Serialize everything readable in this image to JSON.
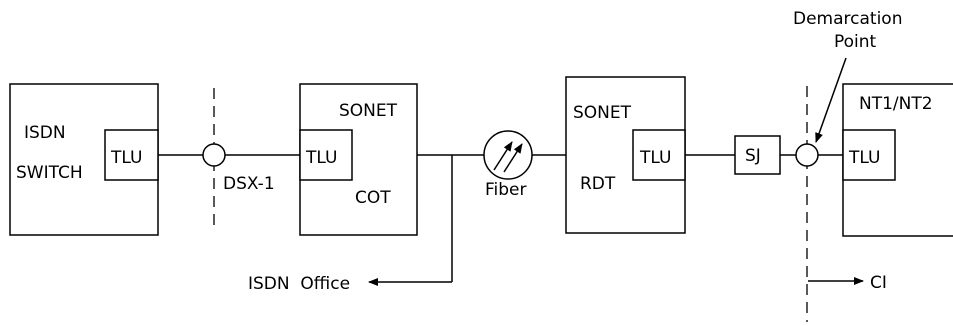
{
  "switch": {
    "line1": "ISDN",
    "line2": "SWITCH",
    "tlu": "TLU"
  },
  "dsx": {
    "label": "DSX-1"
  },
  "cot": {
    "line1": "SONET",
    "line2": "COT",
    "tlu": "TLU"
  },
  "fiber": {
    "label": "Fiber"
  },
  "rdt": {
    "line1": "SONET",
    "line2": "RDT",
    "tlu": "TLU"
  },
  "sj": {
    "label": "SJ"
  },
  "demarcation": {
    "line1": "Demarcation",
    "line2": "Point"
  },
  "nt": {
    "label": "NT1/NT2",
    "tlu": "TLU"
  },
  "office": {
    "label": "ISDN  Office"
  },
  "ci": {
    "label": "CI"
  }
}
